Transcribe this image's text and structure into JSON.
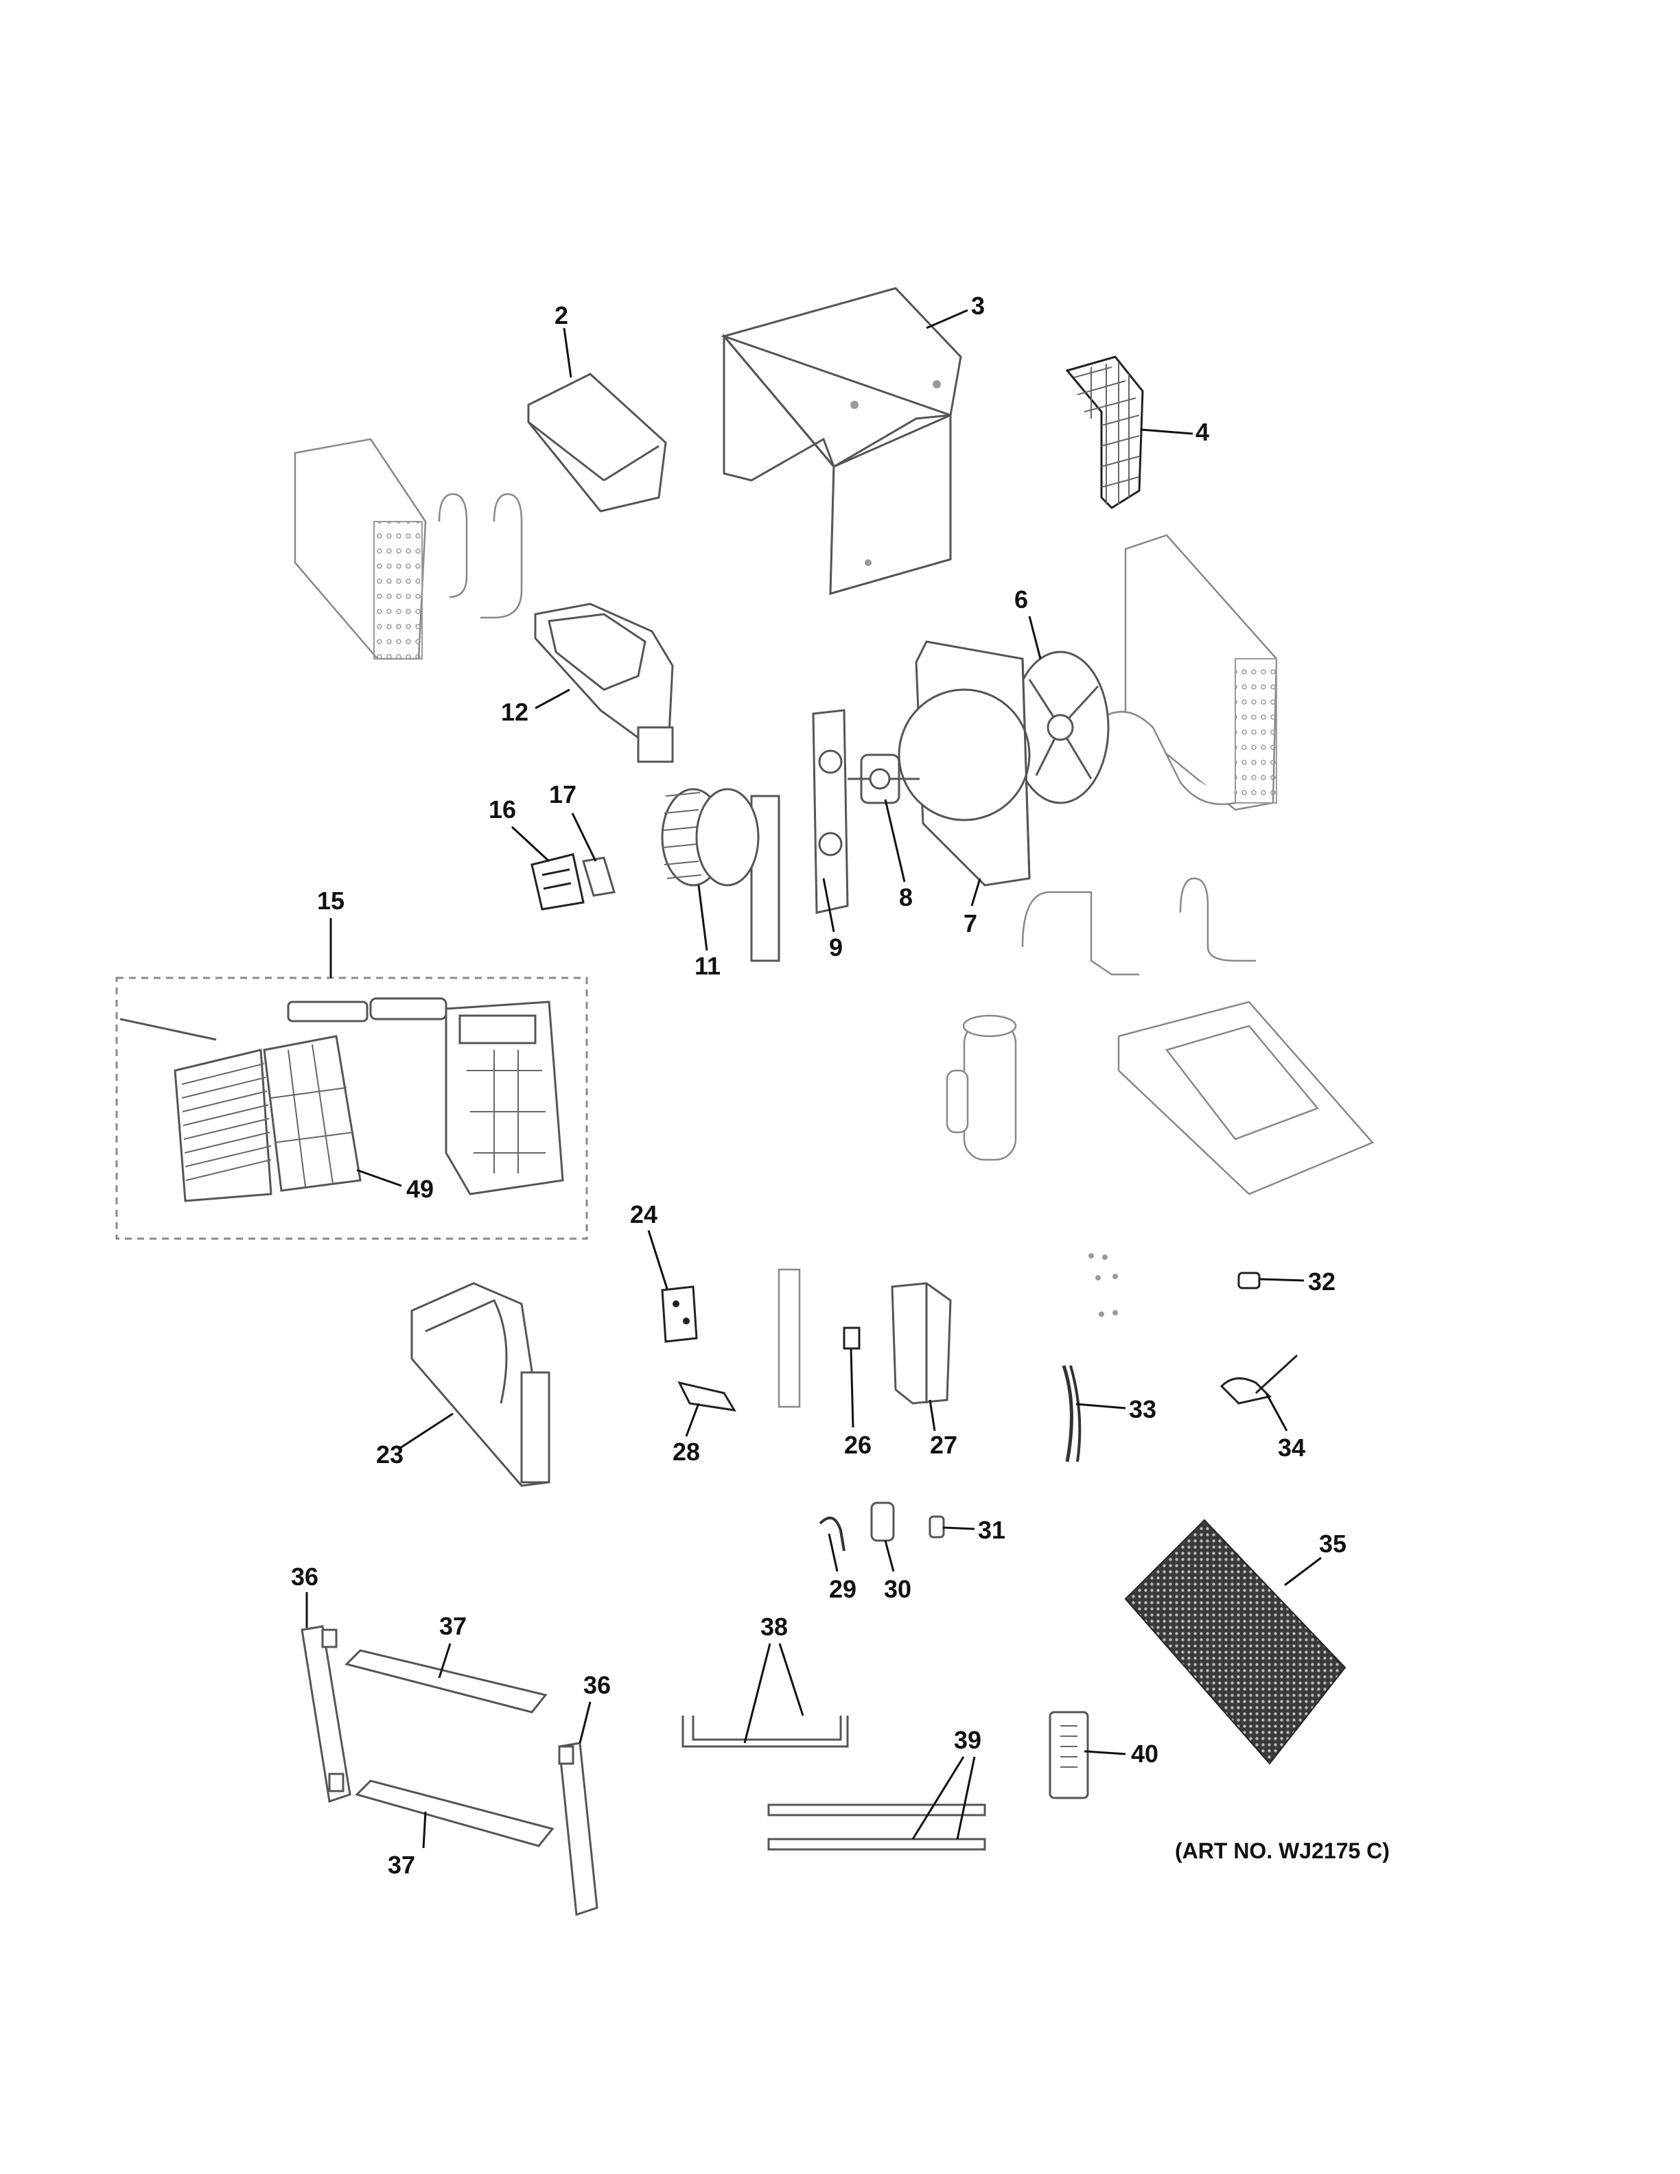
{
  "diagram": {
    "art_number": "(ART NO. WJ2175 C)",
    "callouts": [
      "2",
      "3",
      "4",
      "6",
      "7",
      "8",
      "9",
      "11",
      "12",
      "15",
      "16",
      "17",
      "23",
      "24",
      "26",
      "27",
      "28",
      "29",
      "30",
      "31",
      "32",
      "33",
      "34",
      "35",
      "36",
      "36",
      "37",
      "37",
      "38",
      "39",
      "40",
      "49"
    ]
  }
}
